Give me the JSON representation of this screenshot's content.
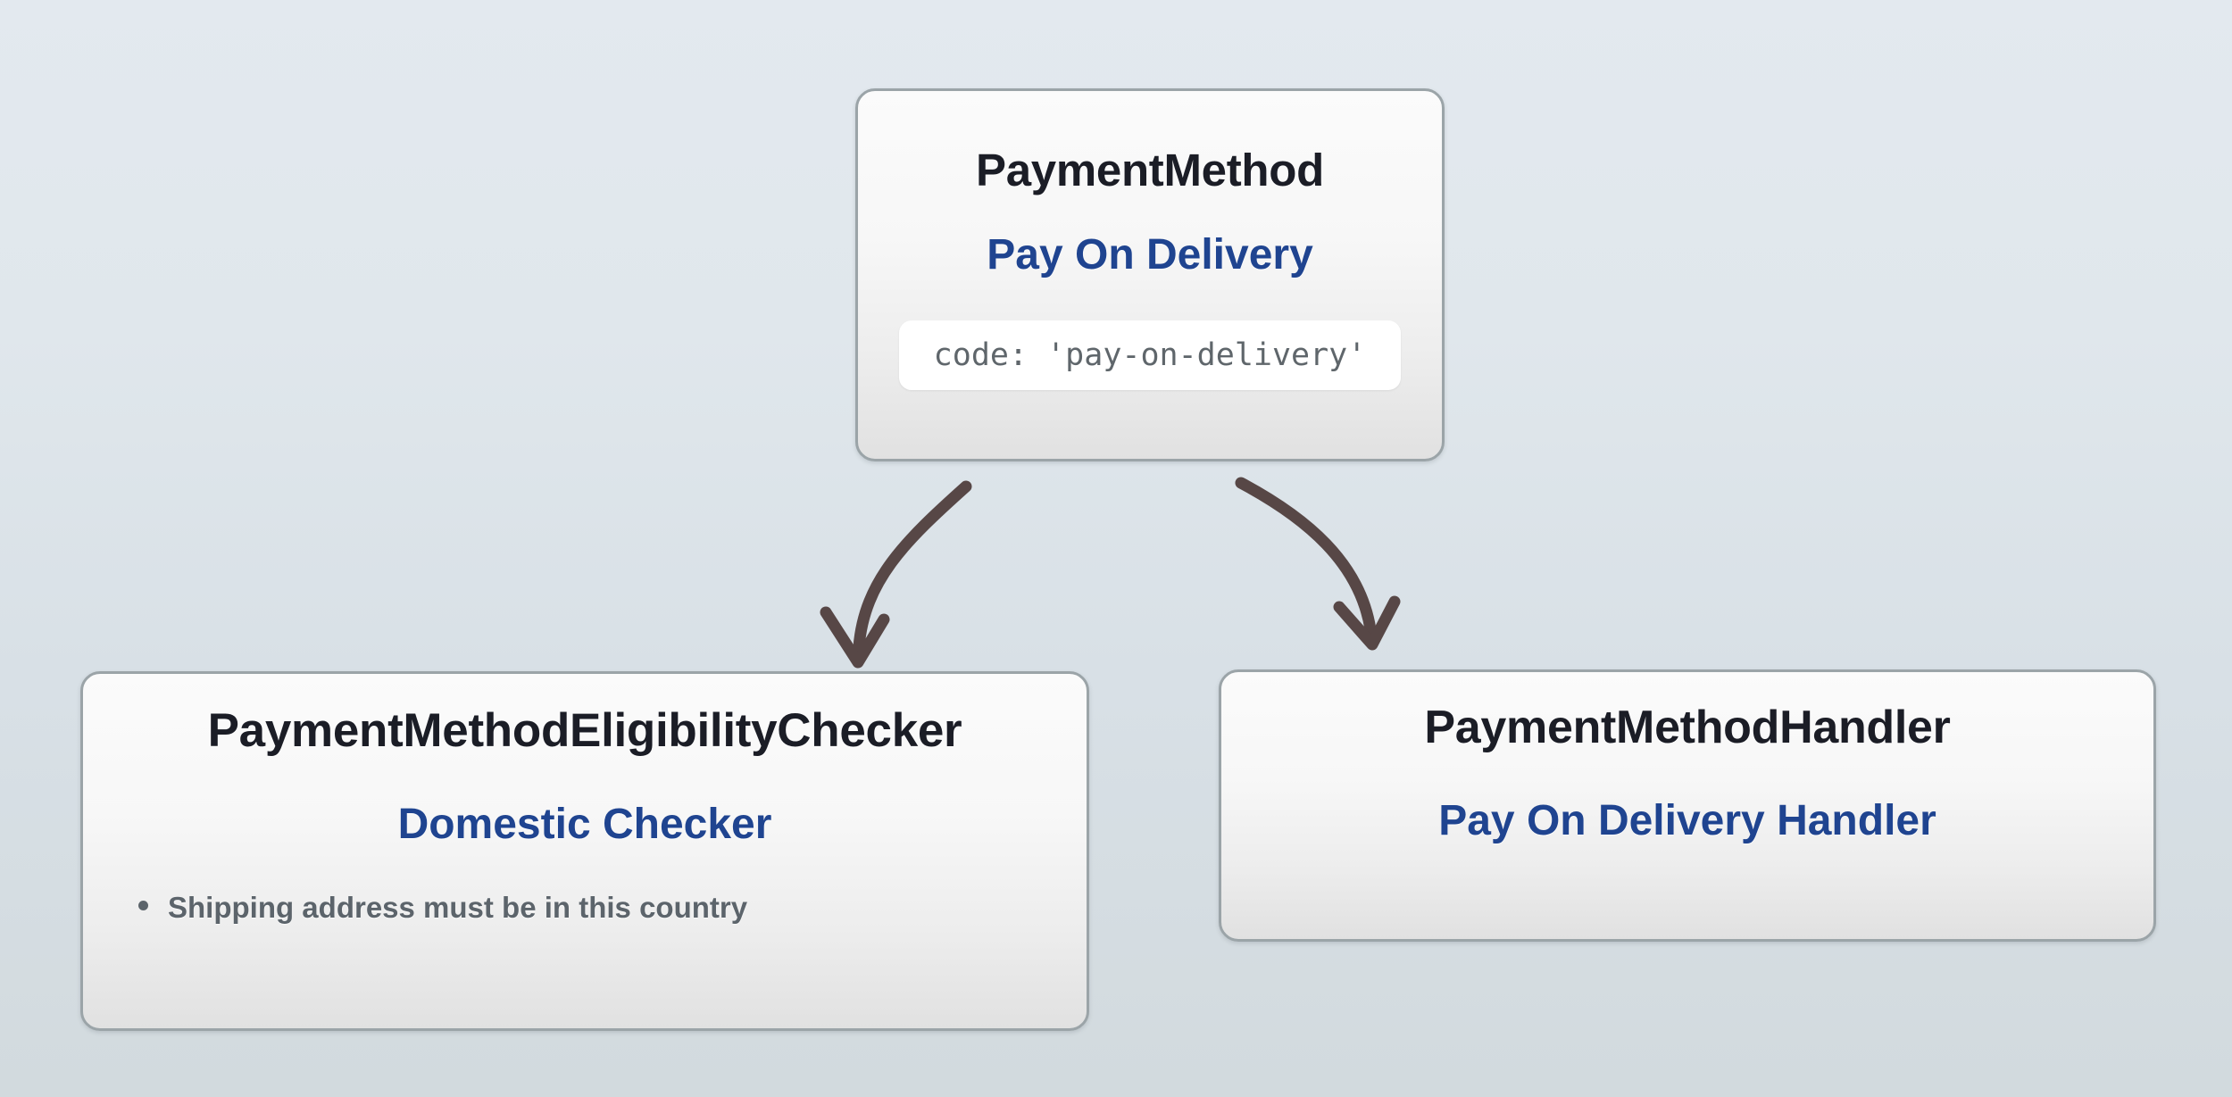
{
  "diagram": {
    "background_top_color": "#e3e9ef",
    "background_bottom_color": "#d2dade",
    "node_border_color": "#9ba4a8",
    "title_color": "#1b1d26",
    "subtitle_color": "#1f4490",
    "detail_text_color": "#5c646b",
    "arrow_color": "#574746"
  },
  "nodes": {
    "payment_method": {
      "type_label": "PaymentMethod",
      "name_label": "Pay On Delivery",
      "code_line": "code: 'pay-on-delivery'"
    },
    "eligibility_checker": {
      "type_label": "PaymentMethodEligibilityChecker",
      "name_label": "Domestic Checker",
      "rules": [
        "Shipping address must be in this country"
      ]
    },
    "payment_handler": {
      "type_label": "PaymentMethodHandler",
      "name_label": "Pay On Delivery Handler"
    }
  },
  "edges": [
    {
      "name": "edge-to-eligibility-checker",
      "from": "payment_method",
      "to": "eligibility_checker",
      "arrowhead": "open-v"
    },
    {
      "name": "edge-to-payment-handler",
      "from": "payment_method",
      "to": "payment_handler",
      "arrowhead": "open-v"
    }
  ]
}
